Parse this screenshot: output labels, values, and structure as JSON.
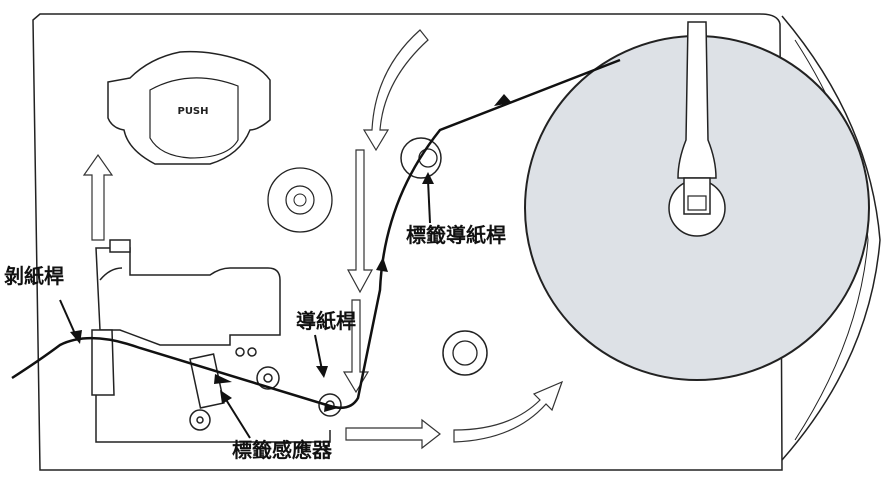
{
  "labels": {
    "peel_bar": "剝紙桿",
    "paper_guide": "導紙桿",
    "label_guide_bar": "標籤導紙桿",
    "label_sensor": "標籤感應器"
  },
  "button": {
    "push_text": "PUSH"
  },
  "colors": {
    "roll_fill": "#dde1e6",
    "line": "#1a1a1a",
    "arrow_fill": "#ffffff"
  }
}
